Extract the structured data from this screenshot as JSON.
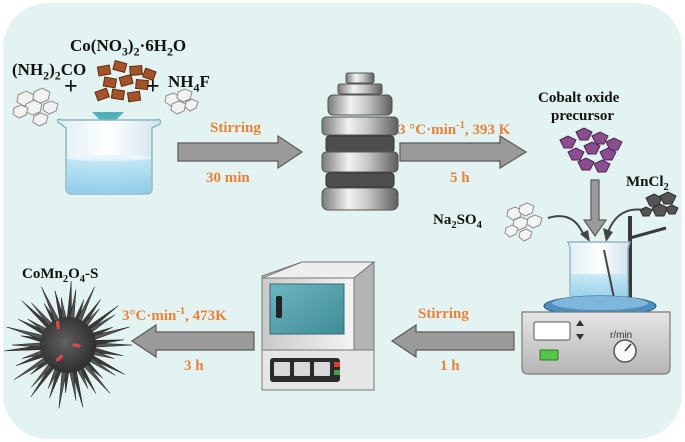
{
  "colors": {
    "background_panel": "#e3f3f1",
    "step_text": "#e8823a",
    "label_text": "#111111",
    "arrow_fill": "#9a9a9a"
  },
  "reagents": {
    "urea": "(NH<sub>2</sub>)<sub>2</sub>CO",
    "cobalt_nitrate": "Co(NO<sub>3</sub>)<sub>2</sub>·6H<sub>2</sub>O",
    "ammonium_fluoride": "NH<sub>4</sub>F",
    "plus": "+"
  },
  "steps": {
    "step1_top": "Stirring",
    "step1_bottom": "30 min",
    "step2_top": "3 °C·min<sup>-1</sup>, 393 K",
    "step2_bottom": "5 h",
    "step3_top": "Stirring",
    "step3_bottom": "1 h",
    "step4_top": "3°C·min<sup>-1</sup>, 473K",
    "step4_bottom": "3 h"
  },
  "products": {
    "precursor_line1": "Cobalt oxide",
    "precursor_line2": "precursor",
    "sodium_sulfate": "Na<sub>2</sub>SO<sub>4</sub>",
    "manganese_chloride": "MnCl<sub>2</sub>",
    "final_product": "CoMn<sub>2</sub>O<sub>4</sub>-S"
  },
  "stirrer_unit": "r/min"
}
